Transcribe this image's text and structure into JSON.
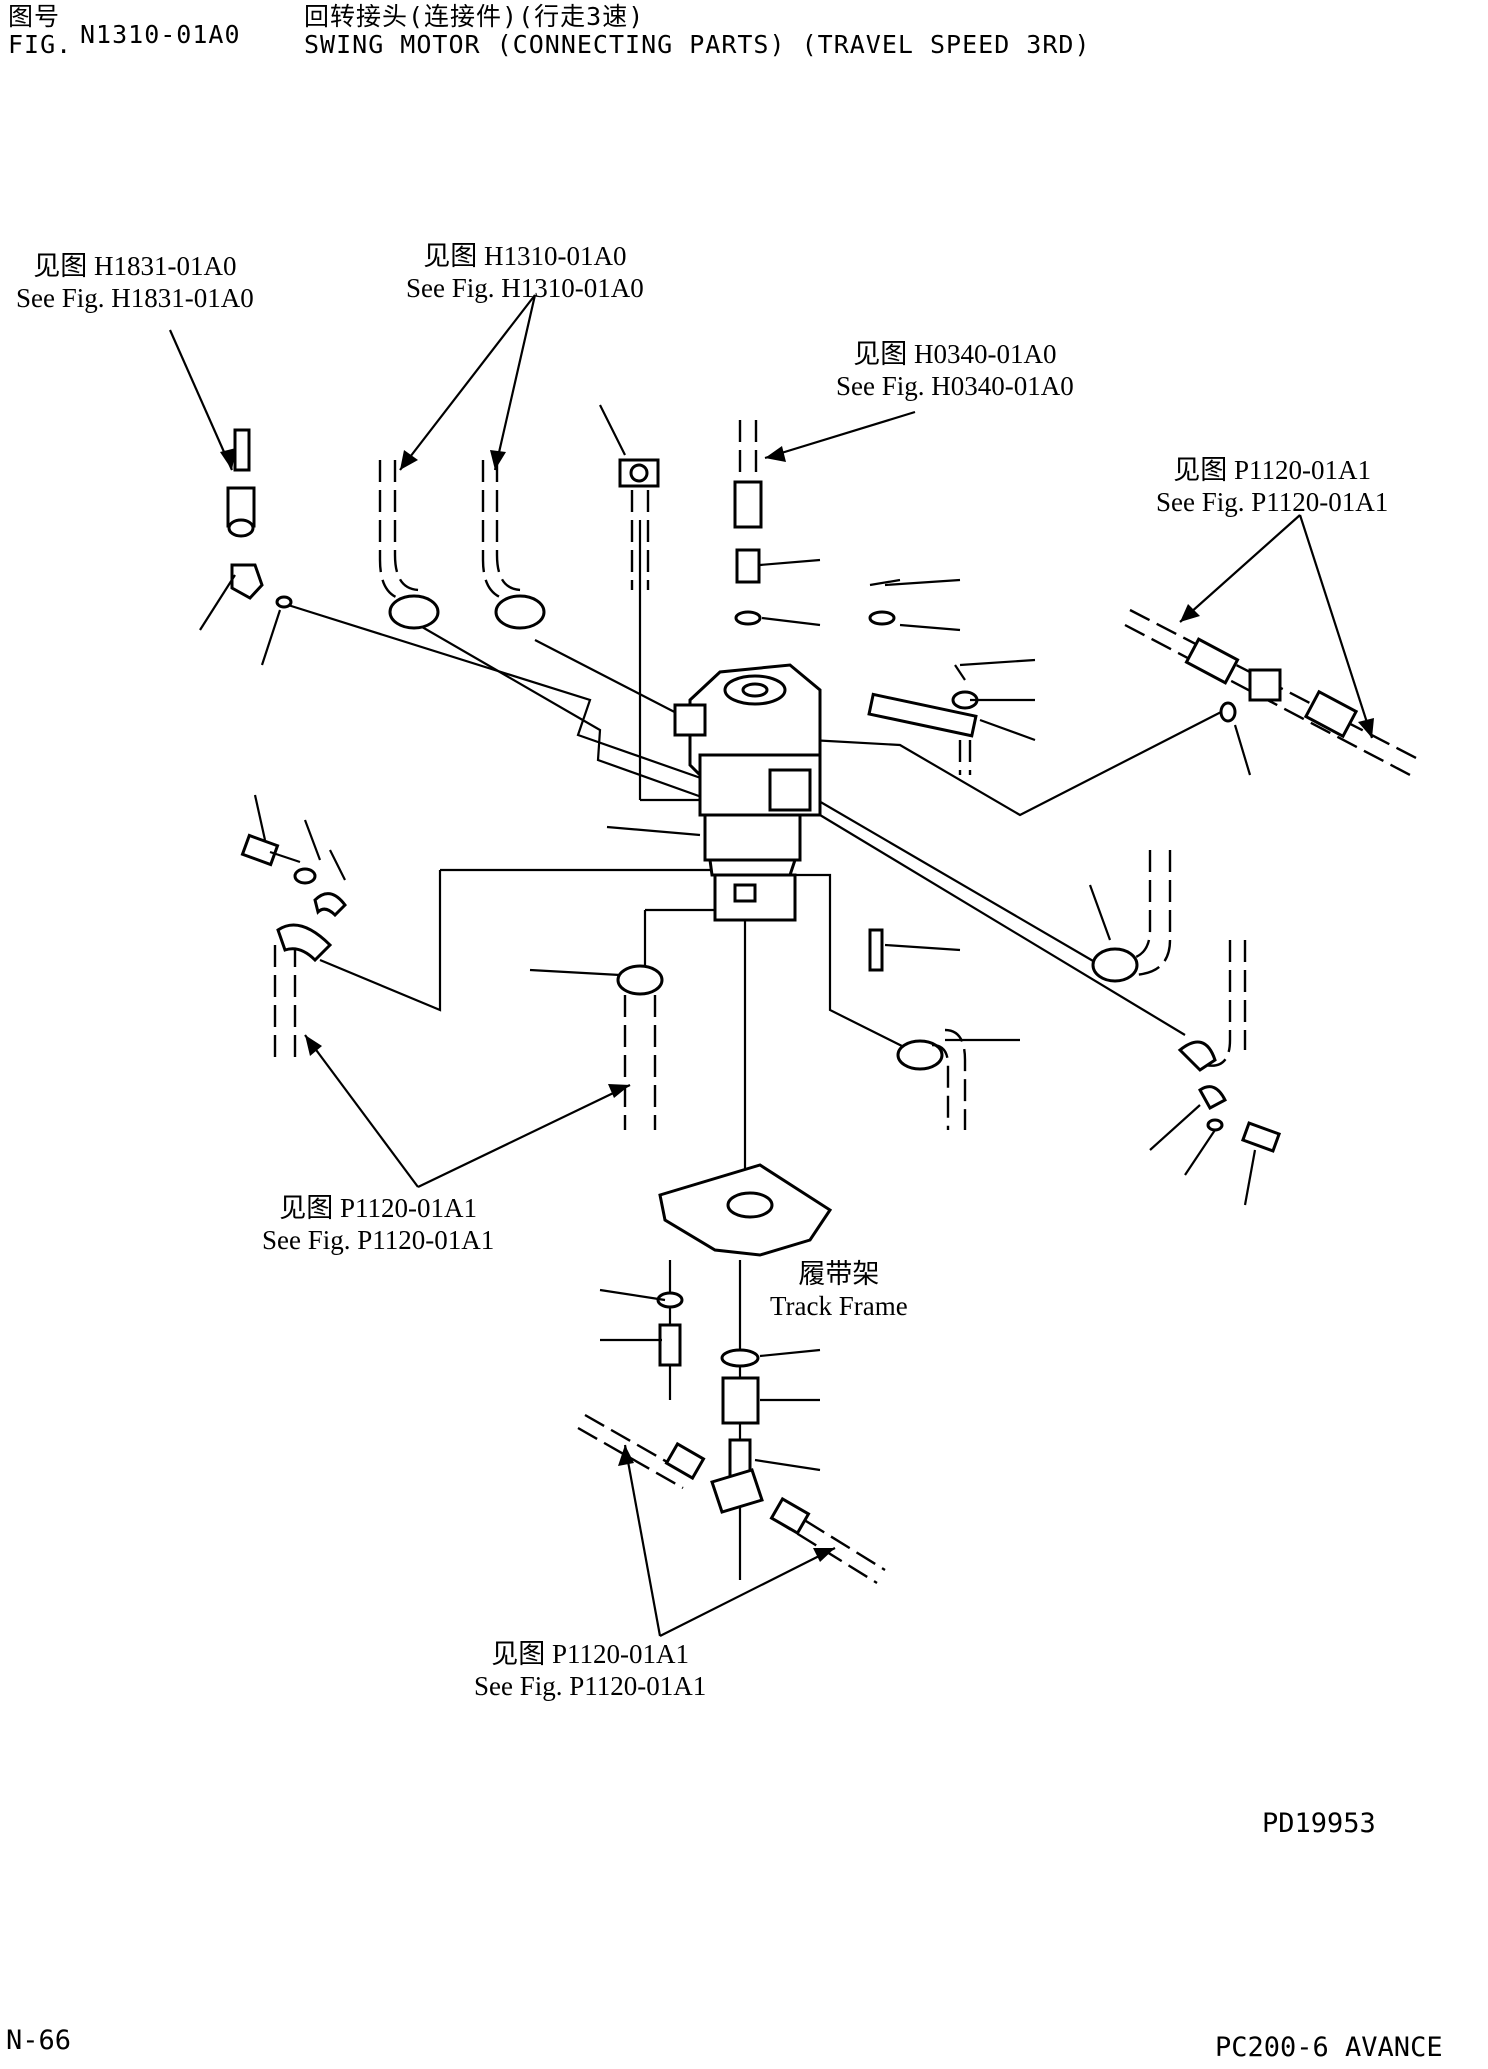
{
  "header": {
    "fig_label_cn": "图号",
    "fig_label_en": "FIG.",
    "fig_number": "N1310-01A0",
    "title_cn": "回转接头(连接件)(行走3速)",
    "title_en": "SWING MOTOR (CONNECTING PARTS) (TRAVEL SPEED 3RD)"
  },
  "references": {
    "h1831": {
      "cn": "见图 H1831-01A0",
      "en": "See Fig. H1831-01A0"
    },
    "h1310": {
      "cn": "见图 H1310-01A0",
      "en": "See Fig. H1310-01A0"
    },
    "h0340": {
      "cn": "见图 H0340-01A0",
      "en": "See Fig. H0340-01A0"
    },
    "p1120_right": {
      "cn": "见图 P1120-01A1",
      "en": "See Fig. P1120-01A1"
    },
    "p1120_left": {
      "cn": "见图 P1120-01A1",
      "en": "See Fig. P1120-01A1"
    },
    "track_frame": {
      "cn": "履带架",
      "en": "Track Frame"
    },
    "p1120_bottom": {
      "cn": "见图 P1120-01A1",
      "en": "See Fig. P1120-01A1"
    }
  },
  "footer": {
    "drawing_code": "PD19953",
    "page": "N-66",
    "model": "PC200-6 AVANCE"
  }
}
